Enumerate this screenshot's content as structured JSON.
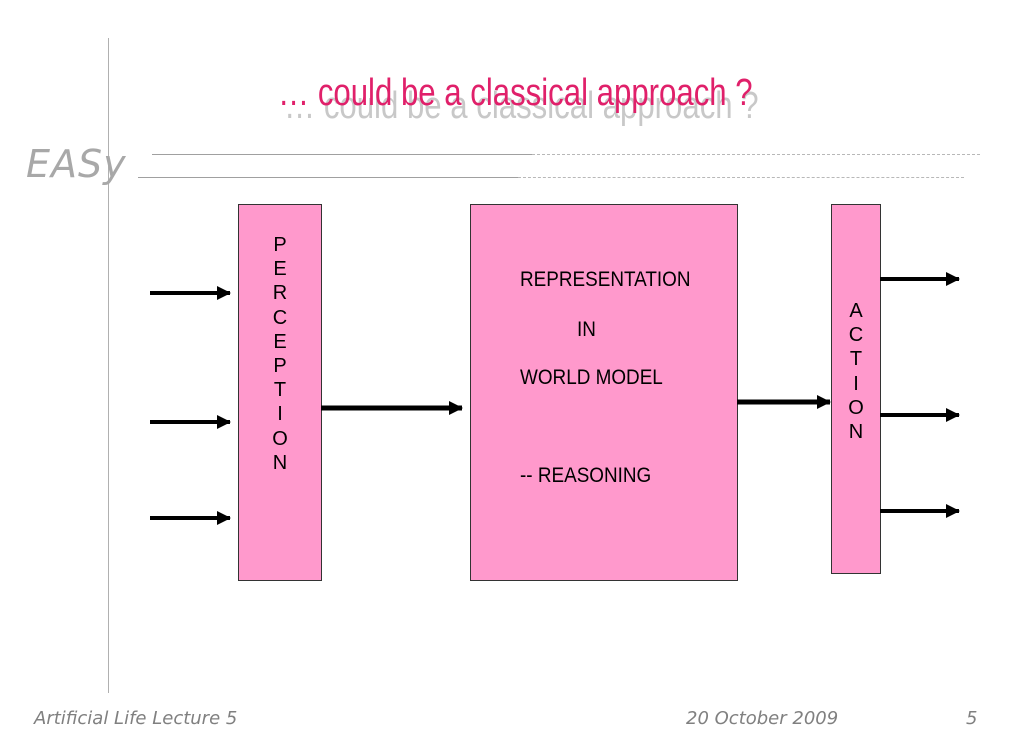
{
  "logo": "EASy",
  "title": "… could be a classical approach ?",
  "perception_letters": [
    "P",
    "E",
    "R",
    "C",
    "E",
    "P",
    "T",
    "I",
    "O",
    "N"
  ],
  "action_letters": [
    "A",
    "C",
    "T",
    "I",
    "O",
    "N"
  ],
  "center": {
    "line1": "REPRESENTATION",
    "line2": "IN",
    "line3": "WORLD MODEL",
    "line4": "-- REASONING"
  },
  "colors": {
    "box_fill": "#ff99cc",
    "title": "#e0206a"
  },
  "footer": {
    "left": "Artificial Life Lecture 5",
    "date": "20 October 2009",
    "page": "5"
  }
}
